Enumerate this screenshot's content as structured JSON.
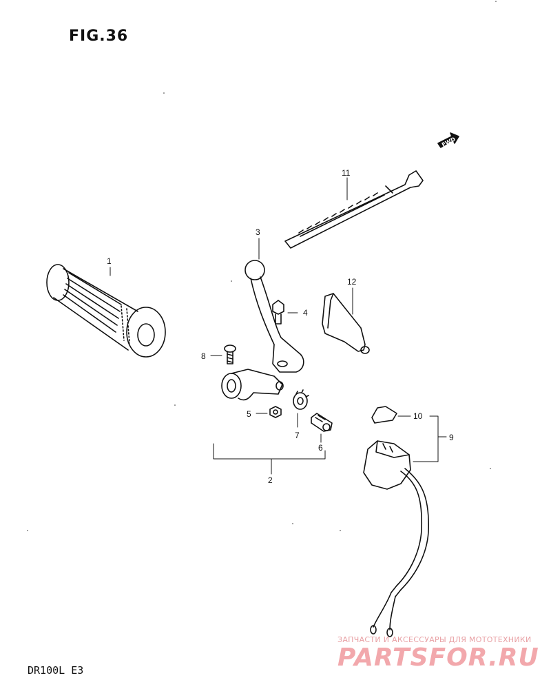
{
  "figure": {
    "title": "FIG.36",
    "model": "DR100L  E3",
    "fwd_label": "FWD"
  },
  "parts": [
    {
      "id": "1",
      "icon": "handlebar-grip-icon"
    },
    {
      "id": "2",
      "icon": "lever-holder-assembly-icon"
    },
    {
      "id": "3",
      "icon": "clutch-lever-icon"
    },
    {
      "id": "4",
      "icon": "pivot-bolt-icon"
    },
    {
      "id": "5",
      "icon": "nut-icon"
    },
    {
      "id": "6",
      "icon": "adjuster-bolt-icon"
    },
    {
      "id": "7",
      "icon": "lock-nut-icon"
    },
    {
      "id": "8",
      "icon": "screw-icon"
    },
    {
      "id": "9",
      "icon": "handlebar-switch-icon"
    },
    {
      "id": "10",
      "icon": "switch-clip-icon"
    },
    {
      "id": "11",
      "icon": "cable-tie-icon"
    },
    {
      "id": "12",
      "icon": "lever-cover-icon"
    }
  ],
  "watermark": {
    "tagline": "ЗАПЧАСТИ И АКСЕССУАРЫ ДЛЯ МОТОТЕХНИКИ",
    "brand": "PARTSFOR.RU"
  },
  "colors": {
    "line": "#111111",
    "watermark": "#f2a8ac"
  }
}
